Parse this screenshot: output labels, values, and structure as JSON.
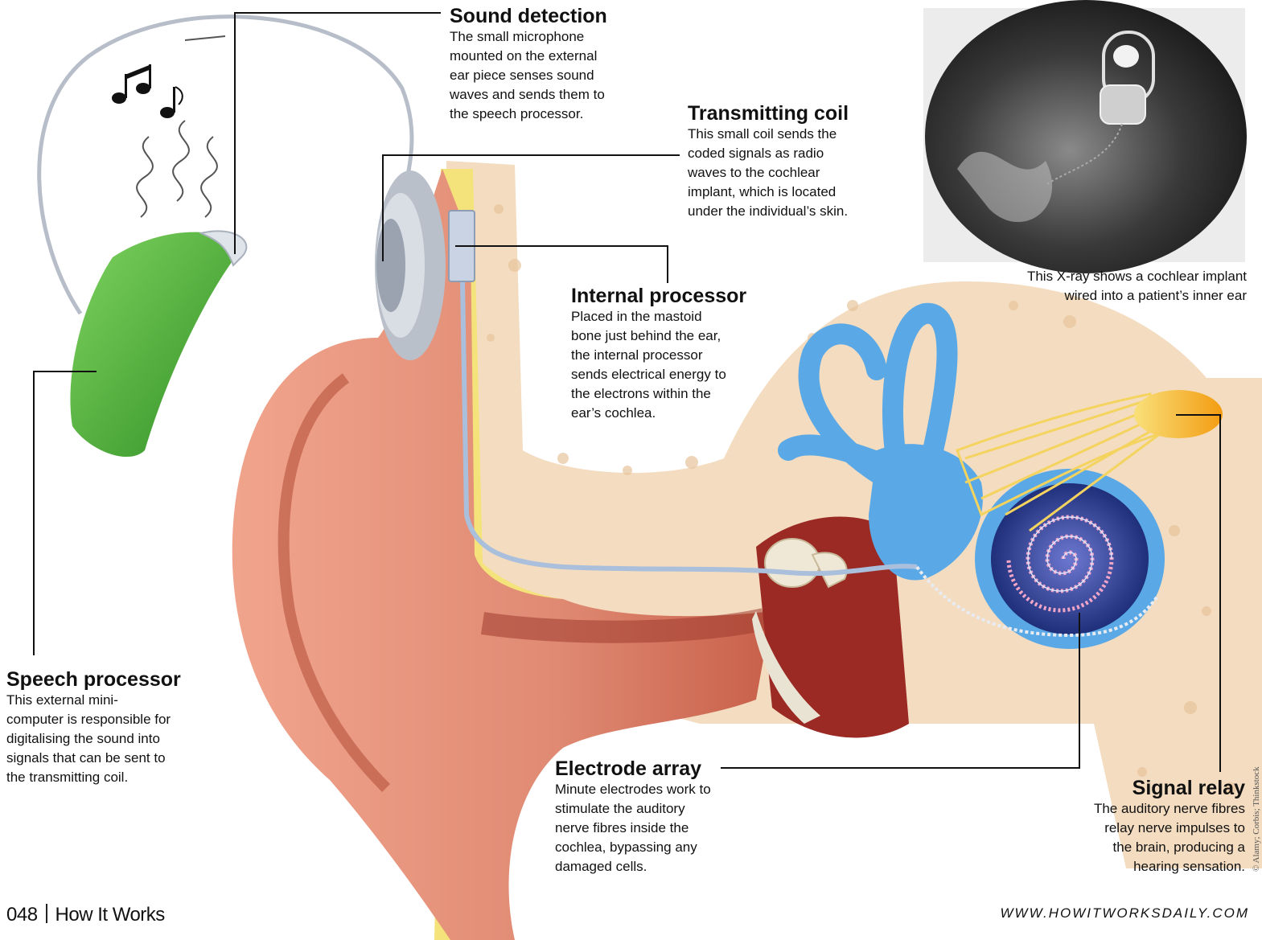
{
  "labels": {
    "sound_detection": {
      "title": "Sound detection",
      "text": "The small microphone\nmounted on the external\near piece senses sound\nwaves and sends them to\nthe speech processor."
    },
    "transmitting_coil": {
      "title": "Transmitting coil",
      "text": "This small coil sends the\ncoded signals as radio\nwaves to the cochlear\nimplant, which is located\nunder the individual’s skin."
    },
    "internal_processor": {
      "title": "Internal processor",
      "text": "Placed in the mastoid\nbone just behind the ear,\nthe internal processor\nsends electrical energy to\nthe electrons within the\near’s cochlea."
    },
    "speech_processor": {
      "title": "Speech processor",
      "text": "This external mini-\ncomputer is responsible for\ndigitalising the sound into\nsignals that can be sent to\nthe transmitting coil."
    },
    "electrode_array": {
      "title": "Electrode array",
      "text": "Minute electrodes work to\nstimulate the auditory\nnerve fibres inside the\ncochlea, bypassing any\ndamaged cells."
    },
    "signal_relay": {
      "title": "Signal relay",
      "text": "The auditory nerve fibres\nrelay nerve impulses to\nthe brain, producing a\nhearing sensation."
    }
  },
  "xray_caption": "This X-ray shows a cochlear implant\nwired into a patient’s inner ear",
  "footer": {
    "page_number": "048",
    "magazine": "How It Works",
    "url": "WWW.HOWITWORKSDAILY.COM"
  },
  "credit": "© Alamy; Corbis; Thinkstock",
  "colors": {
    "skin": "#e08a73",
    "bone": "#f3dcc0",
    "fat": "#f4e27a",
    "inner_ear": "#5aa9e6",
    "cochlea_dark": "#2a3d8f",
    "nerve": "#f7b733",
    "processor_green": "#4caf3a"
  }
}
